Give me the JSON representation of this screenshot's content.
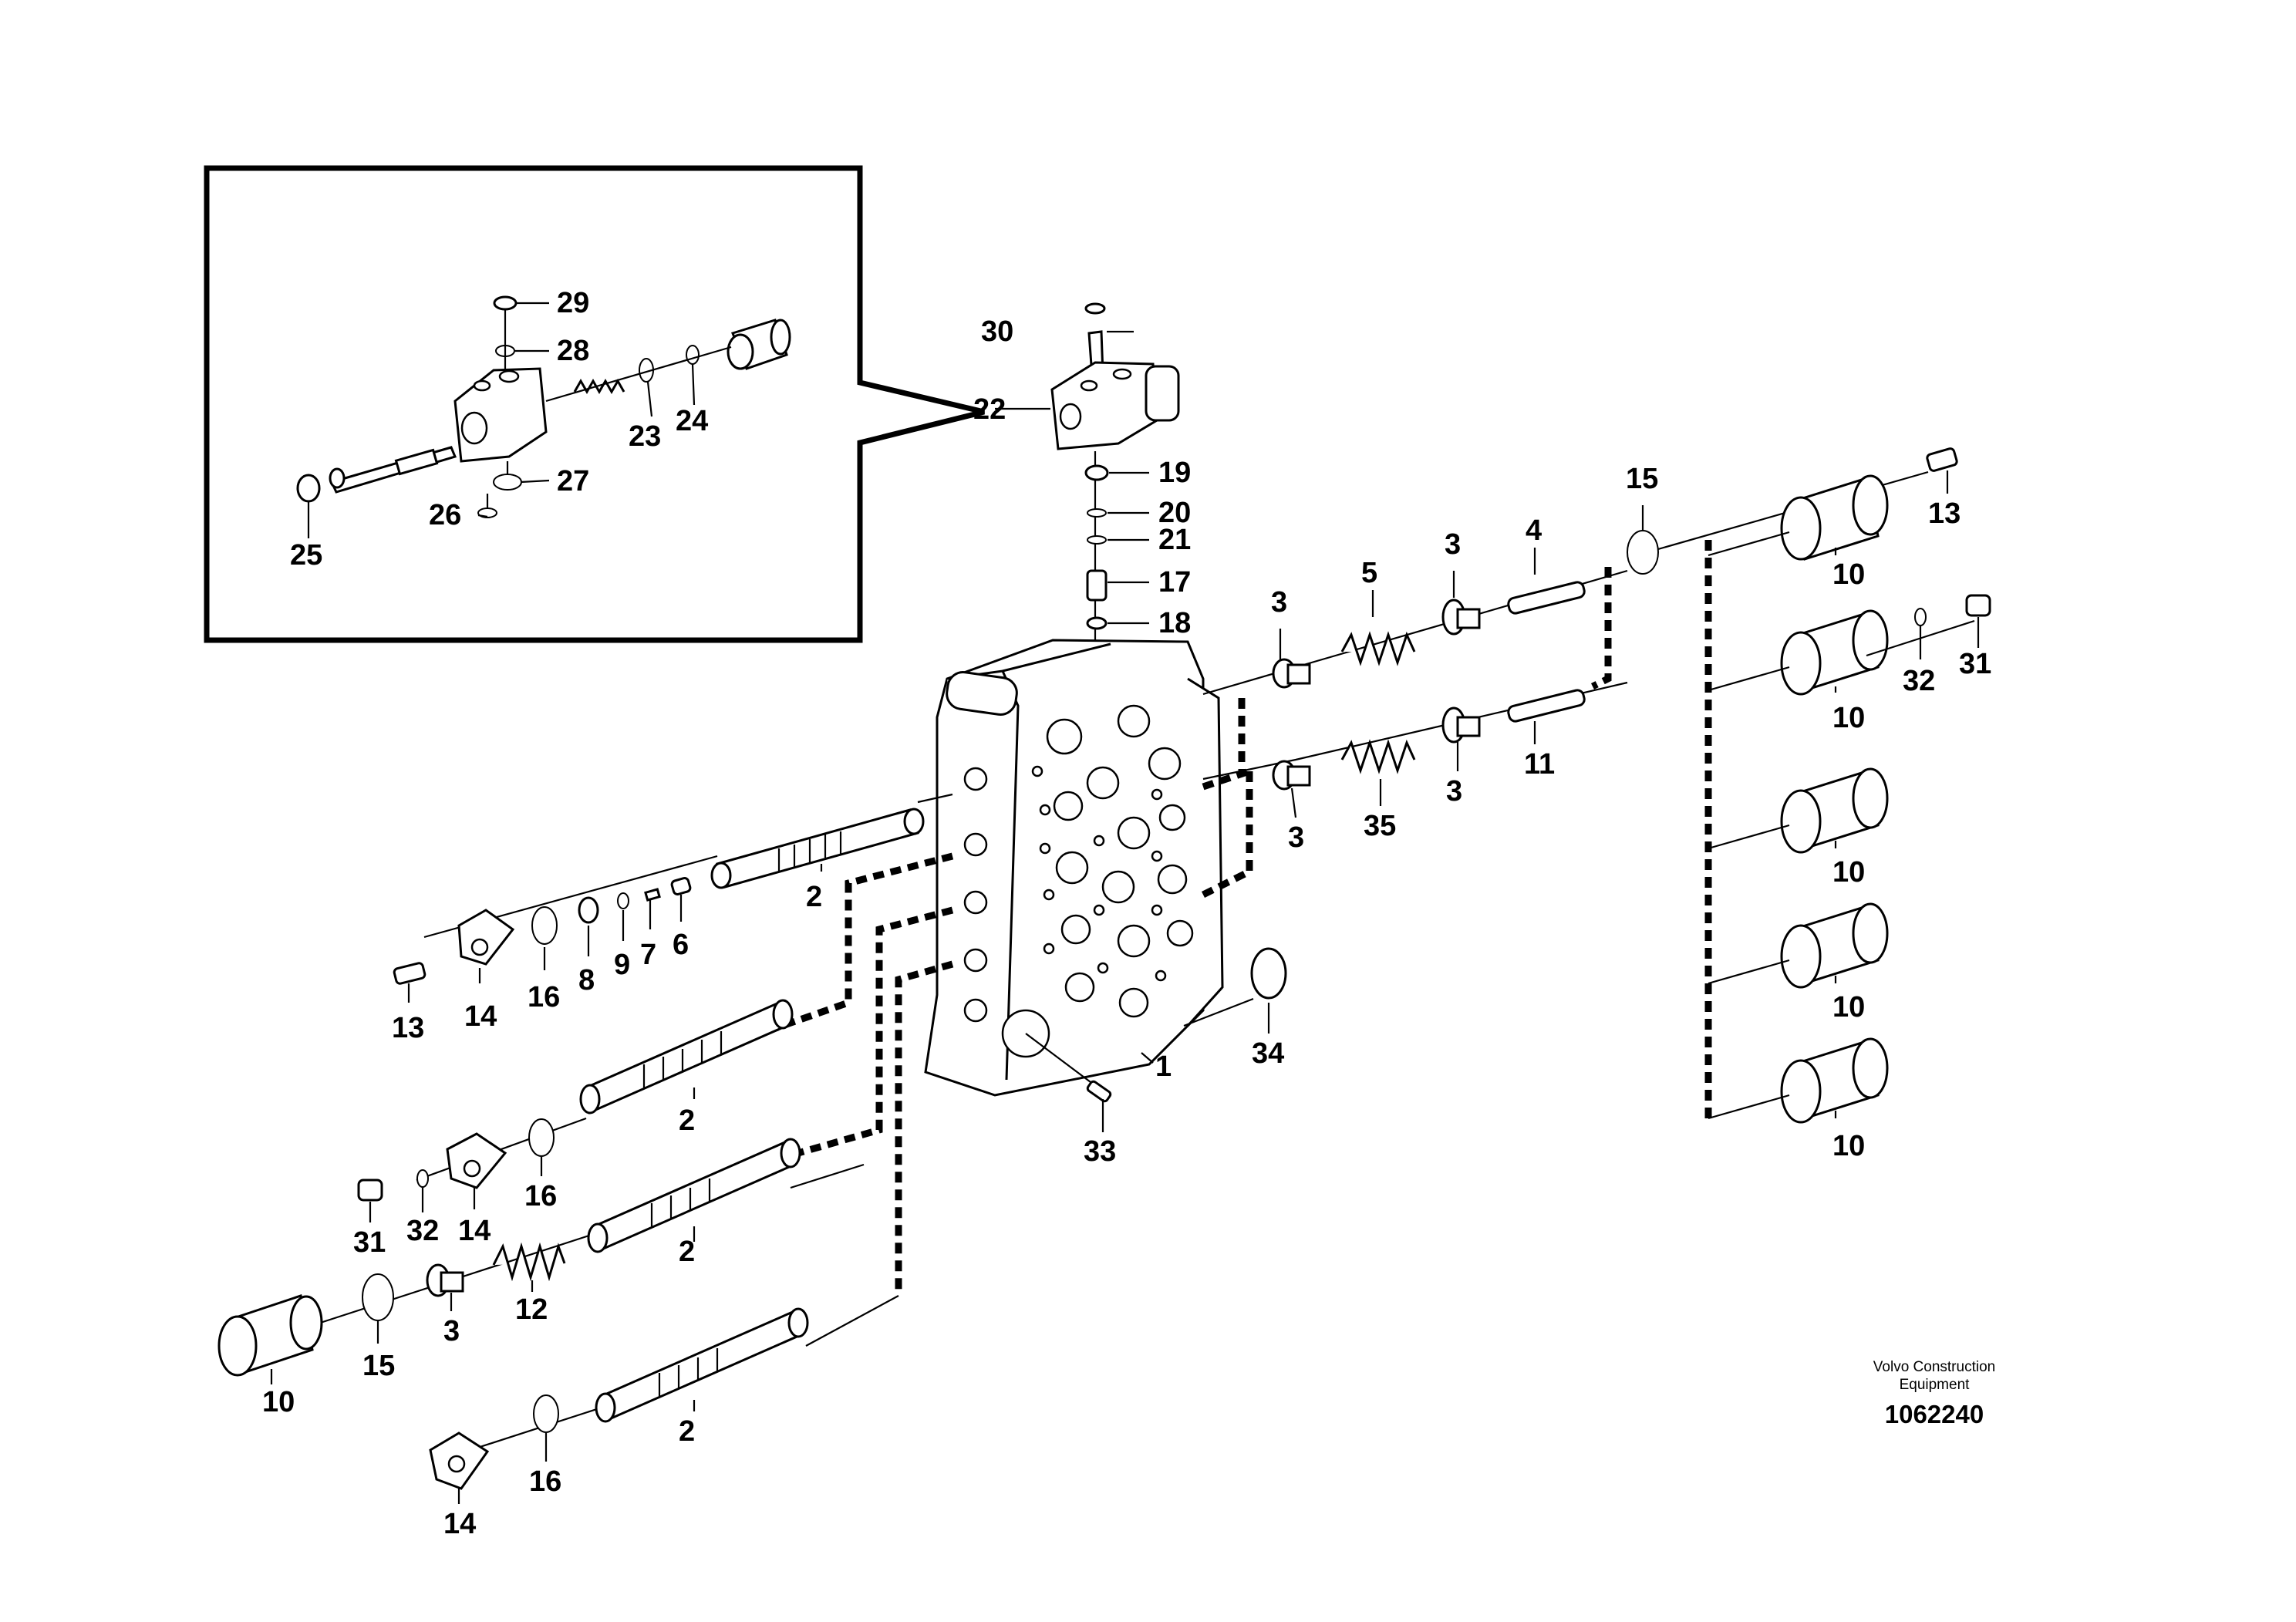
{
  "diagram": {
    "labels": [
      "1",
      "2",
      "3",
      "4",
      "5",
      "6",
      "7",
      "8",
      "9",
      "10",
      "11",
      "12",
      "13",
      "14",
      "15",
      "16",
      "17",
      "18",
      "19",
      "20",
      "21",
      "22",
      "23",
      "24",
      "25",
      "26",
      "27",
      "28",
      "29",
      "30",
      "31",
      "32",
      "33",
      "34",
      "35"
    ],
    "credit_line1": "Volvo Construction",
    "credit_line2": "Equipment",
    "document_number": "1062240"
  }
}
